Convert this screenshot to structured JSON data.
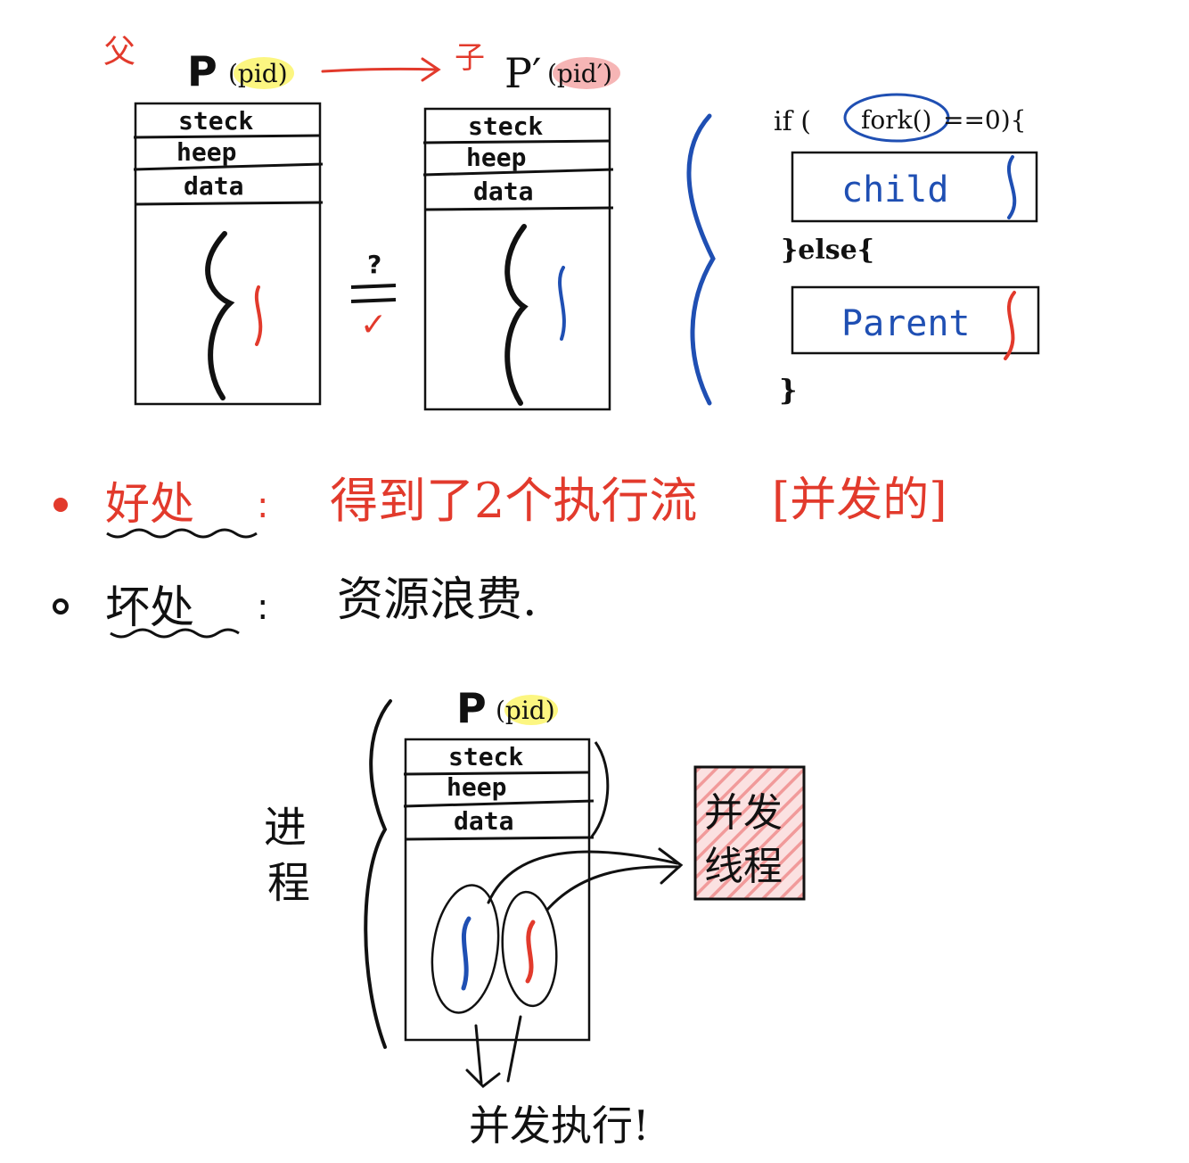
{
  "top": {
    "parent_mark": "父",
    "child_mark": "子",
    "parent_process": {
      "name": "P",
      "pid": "(pid)"
    },
    "child_process": {
      "name": "P′",
      "pid": "(pid′)"
    },
    "segments": [
      "steck",
      "heep",
      "data"
    ],
    "question_mark": "?",
    "check_mark": "✓"
  },
  "code": {
    "line_if": "if (",
    "fork_call": "fork()",
    "line_if_rest": "==0){",
    "child_label": "child",
    "else_line": "}else{",
    "parent_label": "Parent",
    "close_brace": "}"
  },
  "notes": {
    "good_label": "好处",
    "good_colon": ":",
    "good_text": "得到了2个执行流",
    "good_bracket": "[并发的]",
    "bad_label": "坏处",
    "bad_colon": ":",
    "bad_text": "资源浪费."
  },
  "bottom": {
    "process": {
      "name": "P",
      "pid": "(pid)"
    },
    "segments": [
      "steck",
      "heep",
      "data"
    ],
    "process_label_1": "进",
    "process_label_2": "程",
    "thread_box_line1": "并发",
    "thread_box_line2": "线程",
    "concurrent_exec": "并发执行!"
  },
  "colors": {
    "red": "#e23a2c",
    "blue": "#1f4fb3",
    "black": "#111111",
    "yellow_highlight": "#fbf46b",
    "pink_highlight": "#f4a3a3"
  }
}
